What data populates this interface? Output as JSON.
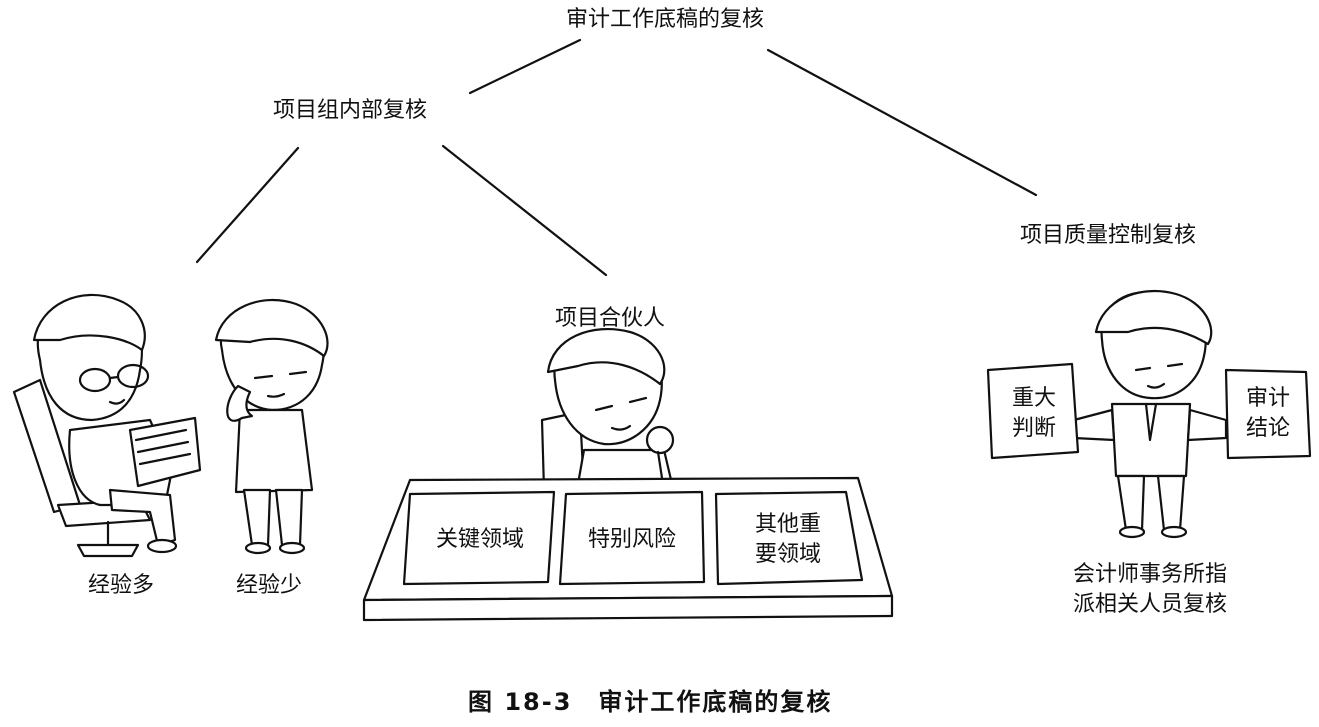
{
  "diagram": {
    "root": "审计工作底稿的复核",
    "internal_review": "项目组内部复核",
    "quality_review": "项目质量控制复核",
    "partner": "项目合伙人",
    "experienced": "经验多",
    "inexperienced": "经验少",
    "desk_docs": [
      "关键领域",
      "特别风险",
      "其他重\n要领域"
    ],
    "left_paper": "重大\n判断",
    "right_paper": "审计\n结论",
    "firm_staff": "会计师事务所指\n派相关人员复核"
  },
  "caption": "图 18-3　审计工作底稿的复核"
}
